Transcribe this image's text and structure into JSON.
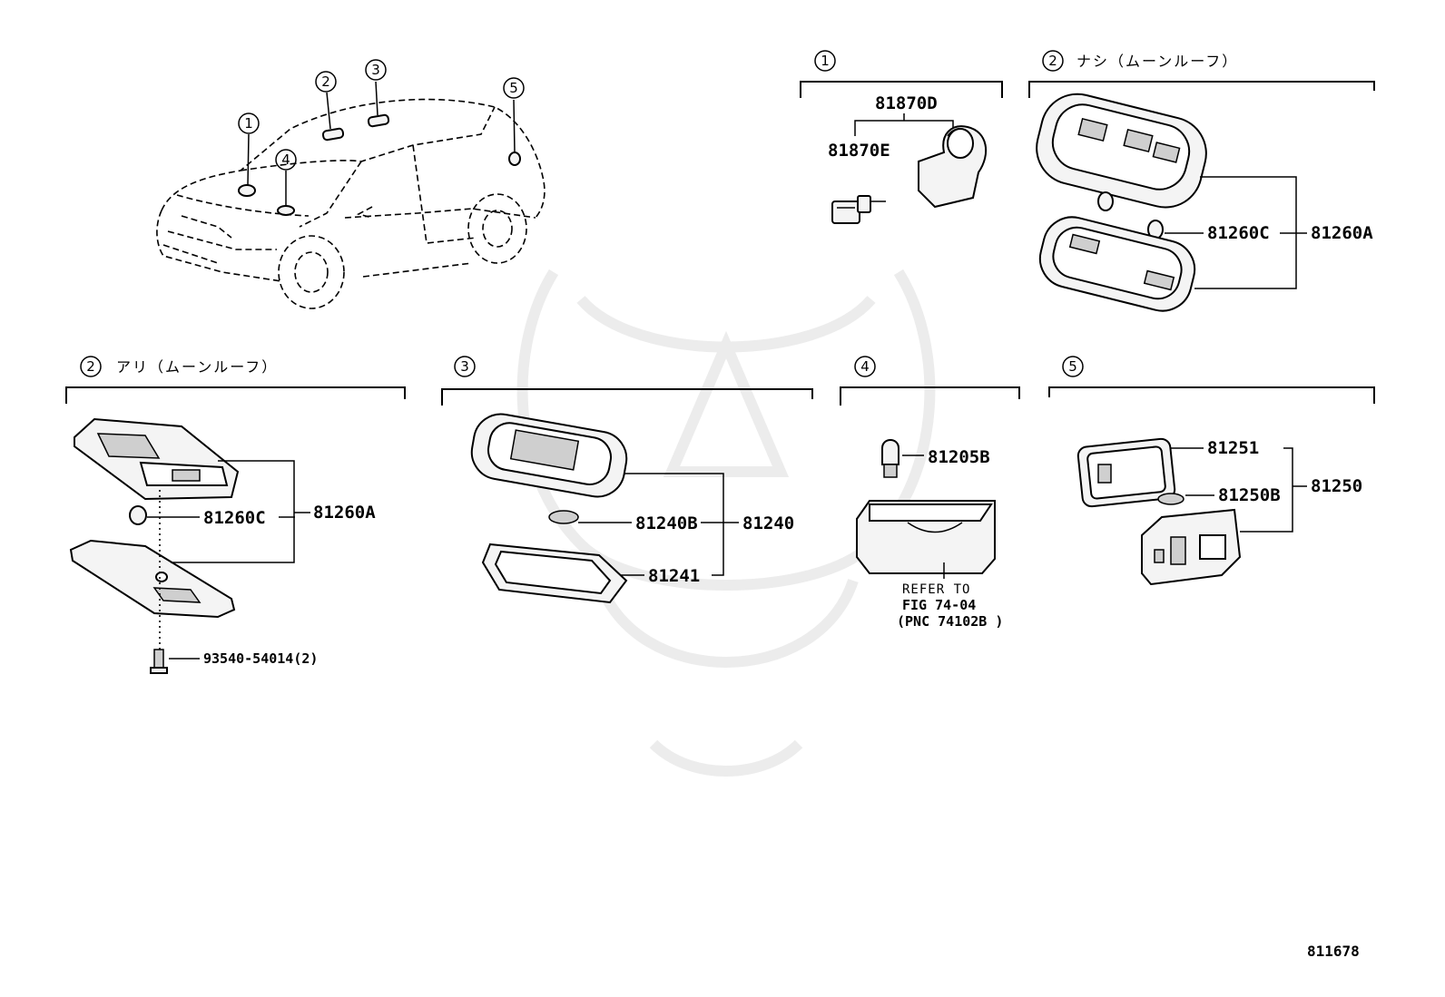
{
  "figure_number": "811678",
  "callouts": [
    "1",
    "2",
    "3",
    "4",
    "5"
  ],
  "sections": {
    "s1": {
      "num": "1",
      "caption": ""
    },
    "s2a": {
      "num": "2",
      "caption": "ナシ（ムーンルーフ）"
    },
    "s2b": {
      "num": "2",
      "caption": "アリ（ムーンルーフ）"
    },
    "s3": {
      "num": "3",
      "caption": ""
    },
    "s4": {
      "num": "4",
      "caption": ""
    },
    "s5": {
      "num": "5",
      "caption": ""
    }
  },
  "parts": {
    "s1": [
      "81870D",
      "81870E"
    ],
    "s2a": [
      "81260C",
      "81260A"
    ],
    "s2b": [
      "81260C",
      "81260A",
      "93540-54014(2)"
    ],
    "s3": [
      "81240B",
      "81240",
      "81241"
    ],
    "s4": [
      "81205B"
    ],
    "s5": [
      "81251",
      "81250B",
      "81250"
    ]
  },
  "refer_note": [
    "REFER TO",
    "FIG 74-04",
    "(PNC 74102B )"
  ]
}
